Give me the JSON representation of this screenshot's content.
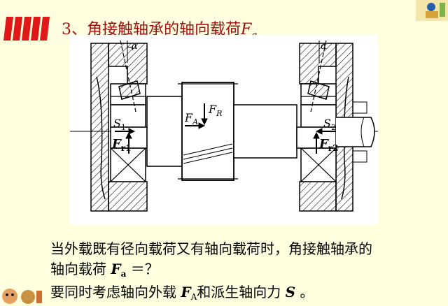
{
  "title": {
    "prefix": "3、角接触轴承的轴向载荷",
    "var_F": "F",
    "var_a": "a"
  },
  "diagram": {
    "alpha": "α",
    "S1": "S",
    "S1_sub": "1",
    "S2": "S",
    "S2_sub": "2",
    "FR": "F",
    "FR_sub": "R",
    "FA": "F",
    "FA_sub": "A",
    "Fr1": "F",
    "Fr1_sub": "r1",
    "Fr2": "F",
    "Fr2_sub": "r2"
  },
  "text": {
    "line1": "当外载既有径向载荷又有轴向载荷时，角接触轴承的",
    "line2_a": "轴向载荷 ",
    "line2_F": "F",
    "line2_sub": "a",
    "line2_b": " ＝？",
    "line3_a": "要同时考虑轴向外载 ",
    "line3_F": "F",
    "line3_sub": "A",
    "line3_b": "和派生轴向力 ",
    "line3_S": "S",
    "line3_c": " 。"
  },
  "colors": {
    "background": "#ffffe0",
    "title": "#a01010",
    "accent_red": "#e01818",
    "line": "#000000"
  }
}
